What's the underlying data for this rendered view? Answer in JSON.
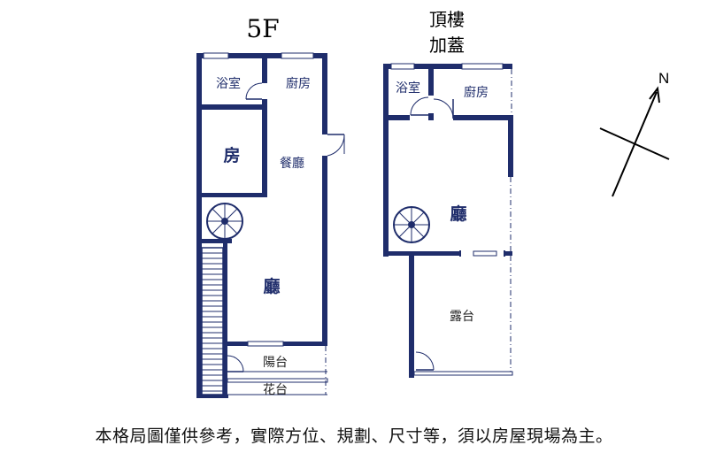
{
  "plans": {
    "left": {
      "title": "5F",
      "rooms": {
        "bathroom": "浴室",
        "kitchen": "廚房",
        "bedroom": "房",
        "dining": "餐廳",
        "living": "廳",
        "balcony": "陽台",
        "planter": "花台"
      }
    },
    "right": {
      "title_line1": "頂樓",
      "title_line2": "加蓋",
      "rooms": {
        "bathroom": "浴室",
        "kitchen": "廚房",
        "living": "廳",
        "terrace": "露台"
      }
    }
  },
  "compass": {
    "label": "N"
  },
  "footer": {
    "disclaimer": "本格局圖僅供參考，實際方位、規劃、尺寸等，須以房屋現場為主。"
  },
  "colors": {
    "wall": "#1f2d6b",
    "room_text": "#1f2d6b"
  }
}
